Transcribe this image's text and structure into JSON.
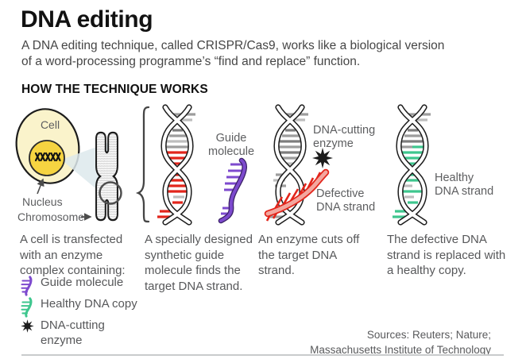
{
  "colors": {
    "ink": "#1c1c1c",
    "text-gray": "#57585a",
    "label-gray": "#5d5e60",
    "red": "#e2251b",
    "pink": "#f3a79f",
    "purple": "#7d4ace",
    "purple-dark": "#3c2368",
    "green": "#3ec68e",
    "cell-yellow": "#faf3cb",
    "nucleus-yellow": "#f6d441",
    "cone-blue": "#dde9ec",
    "chromo-gray": "#c6c6c6",
    "rung-dark": "#7d7d7d",
    "rung-mid": "#9d9d9d",
    "rung-light": "#bdbdbd",
    "rule-gray": "#c9cbcc"
  },
  "header": {
    "title": "DNA editing",
    "subtitle_line1": "A DNA editing technique, called CRISPR/Cas9, works like a biological version",
    "subtitle_line2": "of a word-processing programme’s “find and replace” function.",
    "section_heading": "HOW THE TECHNIQUE WORKS"
  },
  "diagram": {
    "cell_label": "Cell",
    "nucleus_label": "Nucleus",
    "chromosome_label": "Chromosome",
    "guide_label": "Guide molecule",
    "enzyme_label": "DNA-cutting enzyme",
    "defective_label": "Defective DNA strand",
    "healthy_label": "Healthy DNA strand"
  },
  "steps": [
    "A cell is transfected with an enzyme complex containing:",
    "A specially designed synthetic guide molecule finds the target DNA strand.",
    "An enzyme cuts off the target DNA strand.",
    "The defective DNA strand is replaced with a healthy copy."
  ],
  "legend": [
    {
      "icon": "guide-molecule-icon",
      "label": "Guide molecule"
    },
    {
      "icon": "healthy-dna-icon",
      "label": "Healthy DNA copy"
    },
    {
      "icon": "dna-cutting-enzyme-icon",
      "label": "DNA-cutting enzyme"
    }
  ],
  "footer": {
    "sources_line1": "Sources: Reuters; Nature;",
    "sources_line2": "Massachusetts Institute of Technology"
  }
}
